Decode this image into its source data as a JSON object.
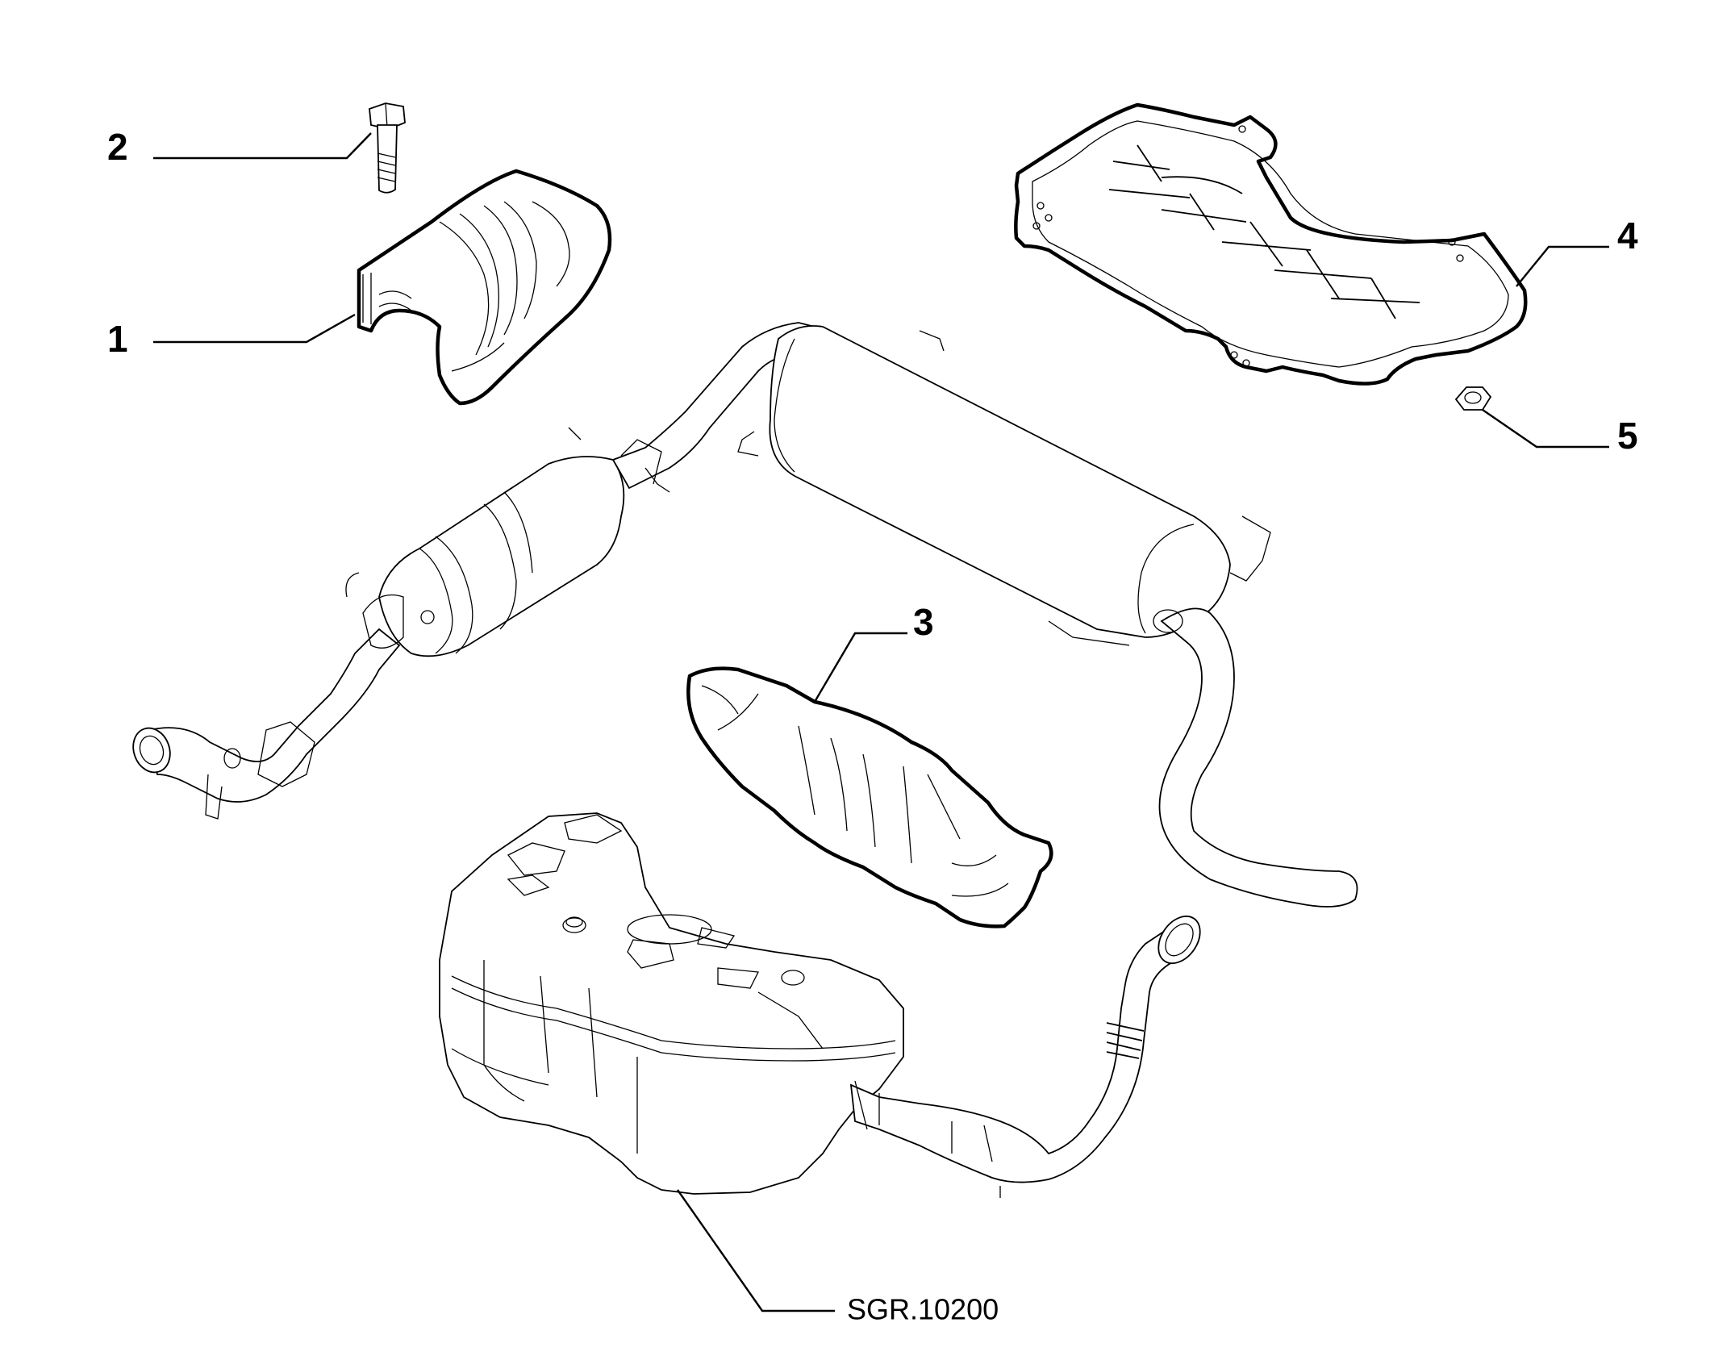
{
  "callouts": {
    "c1": "1",
    "c2": "2",
    "c3": "3",
    "c4": "4",
    "c5": "5"
  },
  "reference_label": "SGR.10200"
}
